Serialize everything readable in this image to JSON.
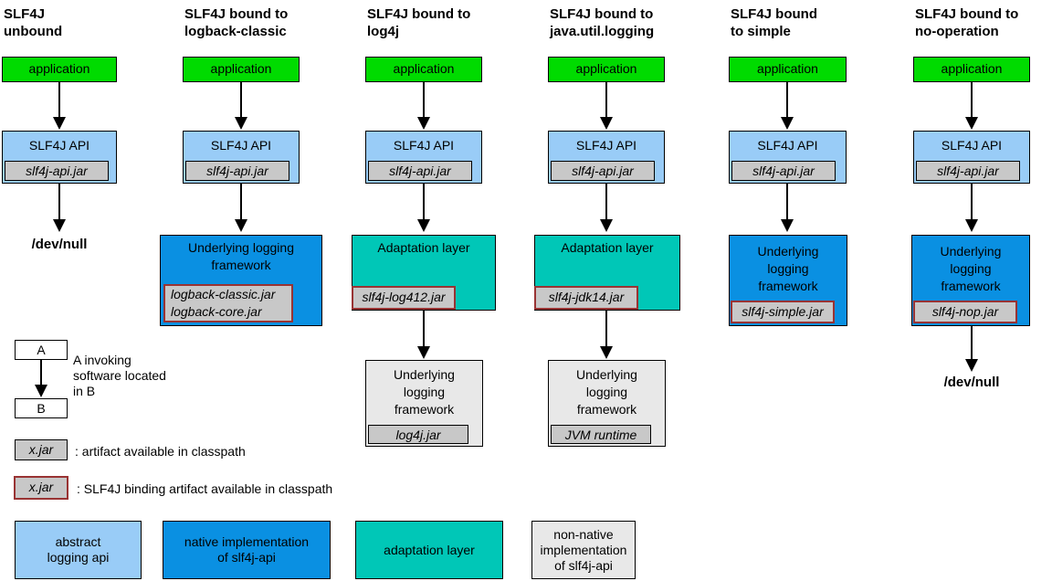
{
  "columns": [
    {
      "title": "SLF4J\nunbound",
      "app_label": "application",
      "api_label": "SLF4J API",
      "api_jar": "slf4j-api.jar",
      "output": "/dev/null"
    },
    {
      "title": "SLF4J bound to\nlogback-classic",
      "app_label": "application",
      "api_label": "SLF4J API",
      "api_jar": "slf4j-api.jar",
      "framework_label": "Underlying logging\nframework",
      "framework_jars": "logback-classic.jar\nlogback-core.jar"
    },
    {
      "title": "SLF4J bound to\nlog4j",
      "app_label": "application",
      "api_label": "SLF4J API",
      "api_jar": "slf4j-api.jar",
      "adaptation_label": "Adaptation layer",
      "adaptation_jar": "slf4j-log412.jar",
      "framework_label": "Underlying\nlogging\nframework",
      "framework_jar": "log4j.jar"
    },
    {
      "title": "SLF4J bound to\njava.util.logging",
      "app_label": "application",
      "api_label": "SLF4J API",
      "api_jar": "slf4j-api.jar",
      "adaptation_label": "Adaptation layer",
      "adaptation_jar": "slf4j-jdk14.jar",
      "framework_label": "Underlying\nlogging\nframework",
      "framework_jar": "JVM runtime"
    },
    {
      "title": "SLF4J bound\nto simple",
      "app_label": "application",
      "api_label": "SLF4J API",
      "api_jar": "slf4j-api.jar",
      "framework_label": "Underlying\nlogging\nframework",
      "framework_jar": "slf4j-simple.jar"
    },
    {
      "title": "SLF4J bound to\nno-operation",
      "app_label": "application",
      "api_label": "SLF4J API",
      "api_jar": "slf4j-api.jar",
      "framework_label": "Underlying\nlogging\nframework",
      "framework_jar": "slf4j-nop.jar",
      "output": "/dev/null"
    }
  ],
  "legend": {
    "invoker_label": "A",
    "invokee_label": "B",
    "invoking_text": "A invoking\nsoftware located\nin B",
    "artifact_sample": "x.jar",
    "artifact_text": ": artifact available in classpath",
    "binding_sample": "x.jar",
    "binding_text": ": SLF4J binding artifact available in classpath",
    "color_key": [
      {
        "label": "abstract\nlogging api"
      },
      {
        "label": "native implementation\nof slf4j-api"
      },
      {
        "label": "adaptation layer"
      },
      {
        "label": "non-native\nimplementation\nof slf4j-api"
      }
    ]
  },
  "colors": {
    "application": "#00DB00",
    "abstract_api": "#99CCF7",
    "native_impl": "#0A90E2",
    "adaptation": "#00C7B7",
    "non_native": "#E8E8E8",
    "jar_bg": "#C8C8C8",
    "binding_border": "#993333"
  }
}
